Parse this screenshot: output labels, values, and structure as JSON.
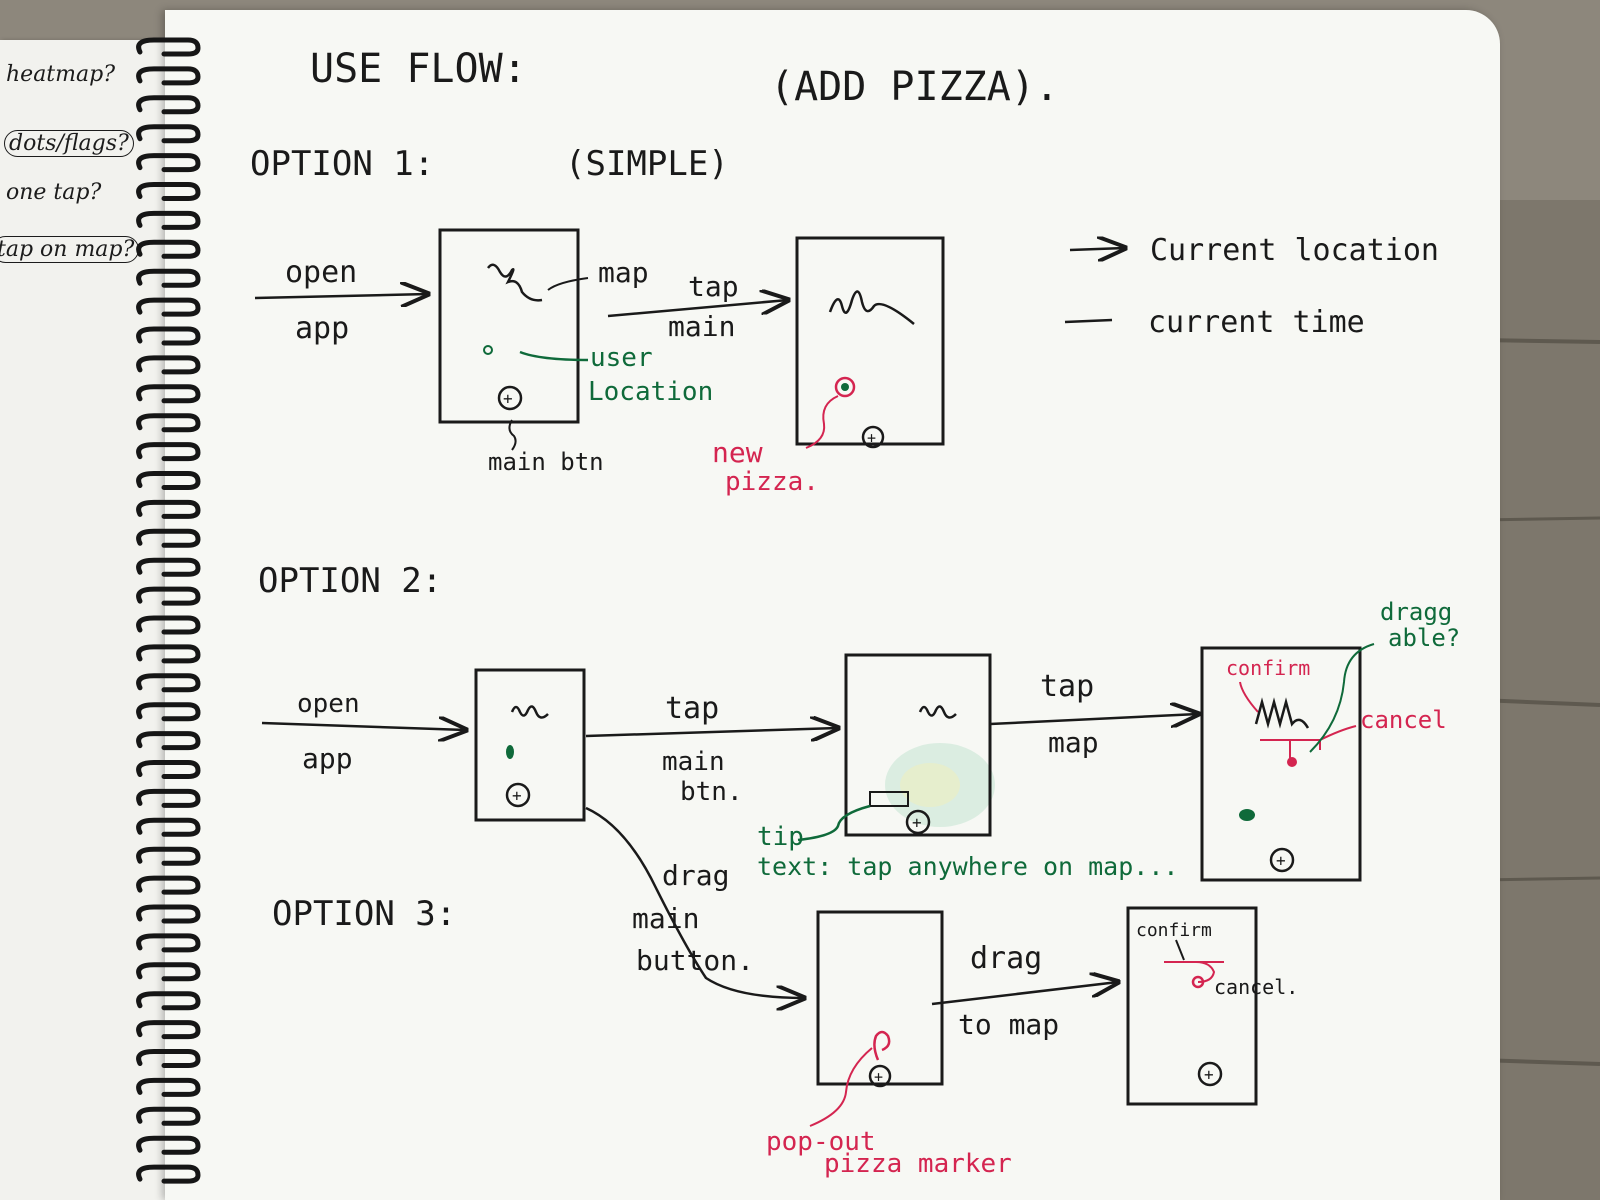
{
  "page_title": "USE FLOW:",
  "page_subtitle": "(ADD PIZZA).",
  "legend": {
    "arrow_item": "Current location",
    "line_item": "current time"
  },
  "previous_page_notes": [
    "heatmap?",
    "dots/flags?",
    "one tap?",
    "tap on map?"
  ],
  "option1": {
    "heading": "OPTION 1:",
    "subheading": "(SIMPLE)",
    "step1_top": "open",
    "step1_bottom": "app",
    "map_label": "map",
    "step2_top": "tap",
    "step2_bottom": "main",
    "user_location_line1": "user",
    "user_location_line2": "Location",
    "main_btn_label": "main btn",
    "new_pizza_line1": "new",
    "new_pizza_line2": "pizza."
  },
  "option2": {
    "heading": "OPTION 2:",
    "step1_top": "open",
    "step1_bottom": "app",
    "step2_top": "tap",
    "step2_bottom_line1": "main",
    "step2_bottom_line2": "btn.",
    "step3_top": "tap",
    "step3_bottom": "map",
    "tip_label": "tip",
    "tip_text": "text: tap anywhere on map...",
    "confirm_label": "confirm",
    "cancel_label": "cancel",
    "draggable_line1": "dragg",
    "draggable_line2": "able?"
  },
  "option3": {
    "heading": "OPTION 3:",
    "step1_line1": "drag",
    "step1_line2": "main",
    "step1_line3": "button.",
    "step2_top": "drag",
    "step2_bottom": "to map",
    "popout_line1": "pop-out",
    "popout_line2": "pizza marker",
    "confirm_label": "confirm",
    "cancel_label": "cancel."
  },
  "colors": {
    "ink_black": "#1a1a1a",
    "ink_green": "#0f6a3a",
    "ink_red": "#d42550",
    "paper": "#f7f8f4",
    "wood": "#8d877c"
  }
}
